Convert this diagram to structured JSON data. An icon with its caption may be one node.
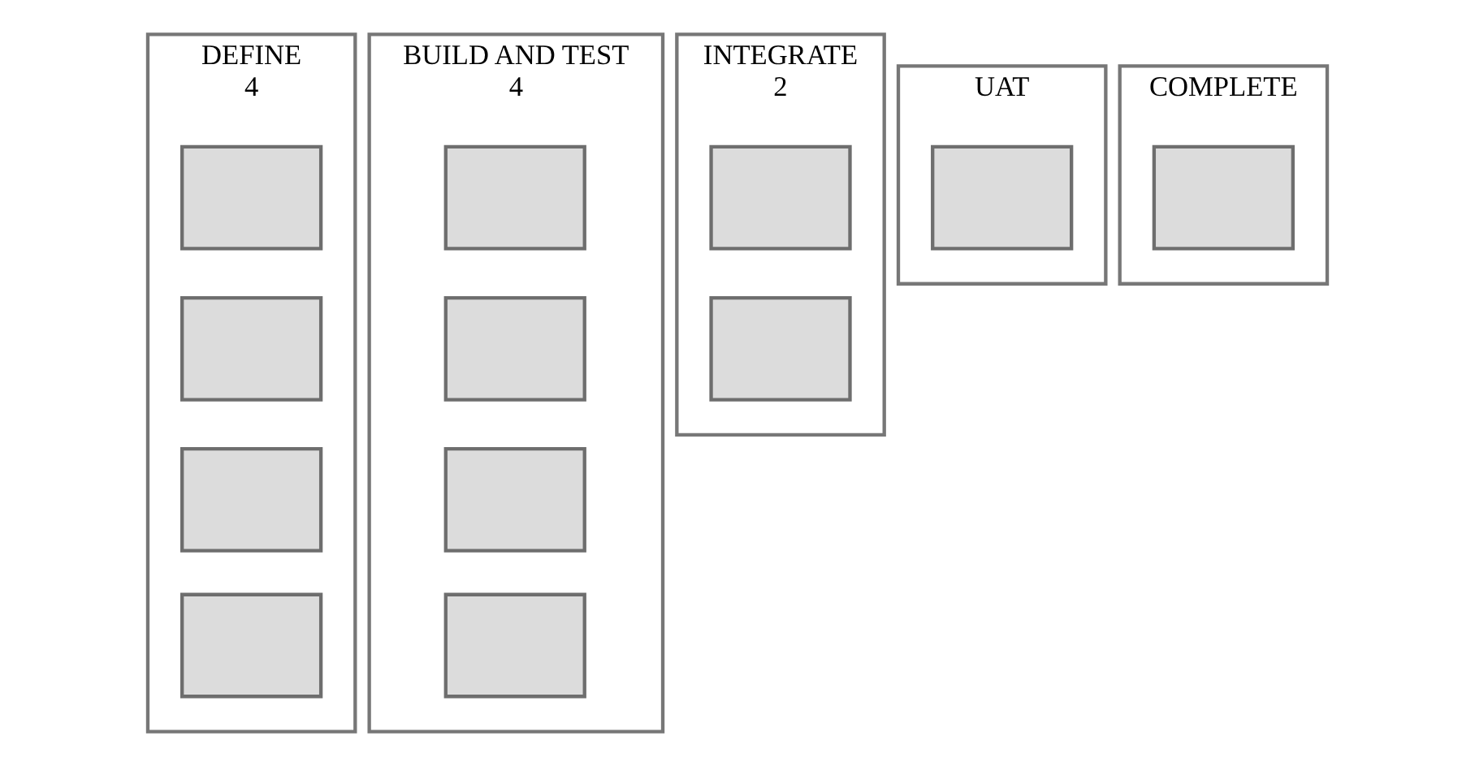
{
  "diagram": {
    "nodes": [
      {
        "text": [
          "DEFINE",
          "4"
        ]
      },
      {
        "text": [],
        "shape": "box",
        "in": 0
      },
      {
        "text": [],
        "shape": "box",
        "in": 0
      },
      {
        "text": [],
        "shape": "box",
        "in": 0
      },
      {
        "text": [],
        "shape": "box",
        "in": 0
      },
      {
        "text": [
          "BUILD AND TEST",
          "4"
        ]
      },
      {
        "text": [],
        "shape": "box",
        "in": 5
      },
      {
        "text": [],
        "shape": "box",
        "in": 5
      },
      {
        "text": [],
        "shape": "box",
        "in": 5
      },
      {
        "text": [],
        "shape": "box",
        "in": 5
      },
      {
        "text": [
          "INTEGRATE",
          "2"
        ]
      },
      {
        "text": [],
        "shape": "box",
        "in": 10
      },
      {
        "text": [],
        "shape": "box",
        "in": 10
      },
      {
        "text": [
          "UAT"
        ]
      },
      {
        "text": [],
        "shape": "box",
        "in": 13
      },
      {
        "text": [
          "COMPLETE"
        ]
      },
      {
        "text": [],
        "shape": "box",
        "in": 15
      }
    ],
    "edges": []
  }
}
